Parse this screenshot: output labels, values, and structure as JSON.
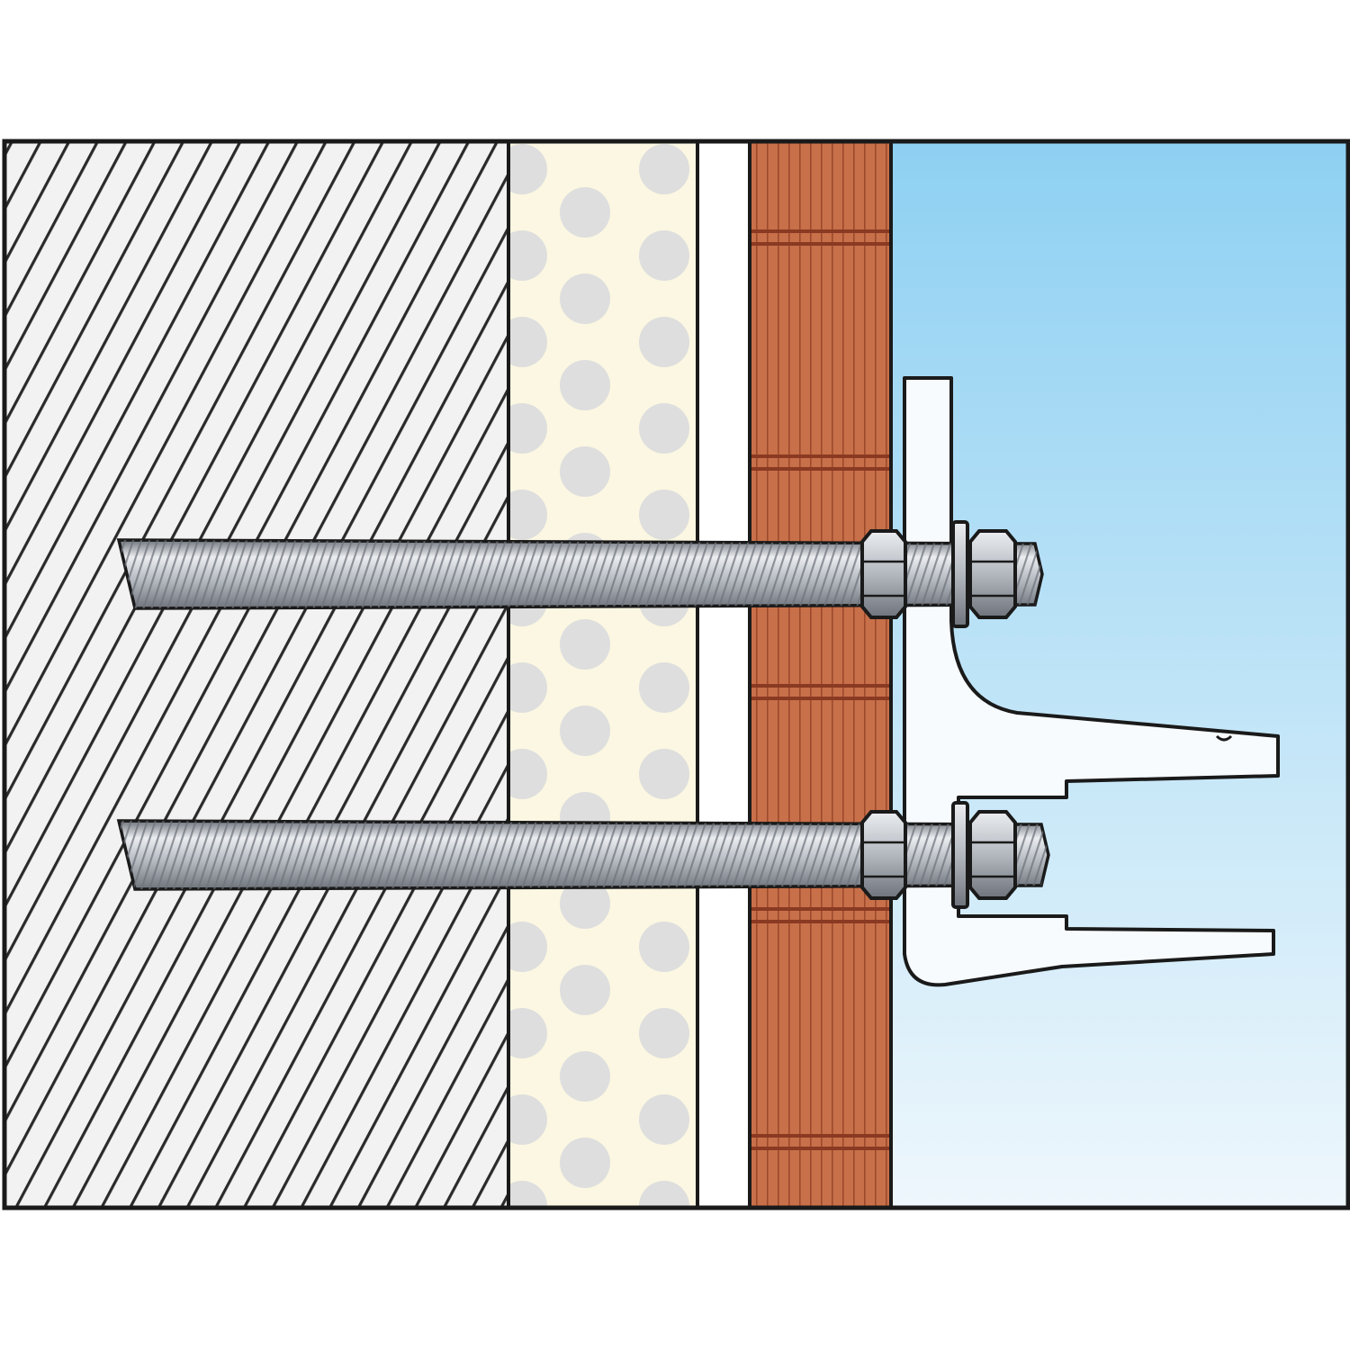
{
  "diagram": {
    "colors": {
      "background": "#ffffff",
      "outline": "#1a1a1a",
      "concrete_fill": "#f2f2f2",
      "concrete_hatch": "#2a2a2a",
      "insulation_fill": "#fbf7e2",
      "insulation_dots": "#dedede",
      "air_gap": "#ffffff",
      "brick_fill": "#c8704a",
      "brick_line": "#9c4a2c",
      "mortar_joint": "#8a3a22",
      "sky_top": "#8ed0f2",
      "sky_bottom": "#eef7fc",
      "bracket_fill": "#f7fbfe",
      "steel_light": "#ebedf0",
      "steel_mid": "#b3b8bf",
      "steel_dark": "#6f747c"
    },
    "layers": [
      {
        "name": "concrete-wall",
        "pattern": "diagonal-hatch"
      },
      {
        "name": "insulation-layer",
        "pattern": "dots"
      },
      {
        "name": "air-gap",
        "pattern": "none"
      },
      {
        "name": "brick-facing",
        "pattern": "vertical-grooves"
      },
      {
        "name": "exterior-space",
        "pattern": "gradient"
      }
    ],
    "anchors": [
      {
        "name": "upper-anchor-rod",
        "parts": [
          "threaded-rod",
          "hex-nut",
          "washer",
          "hex-nut"
        ]
      },
      {
        "name": "lower-anchor-rod",
        "parts": [
          "threaded-rod",
          "hex-nut",
          "washer",
          "hex-nut"
        ]
      }
    ],
    "bracket": {
      "name": "mounting-bracket",
      "shape": "L-profile"
    }
  }
}
